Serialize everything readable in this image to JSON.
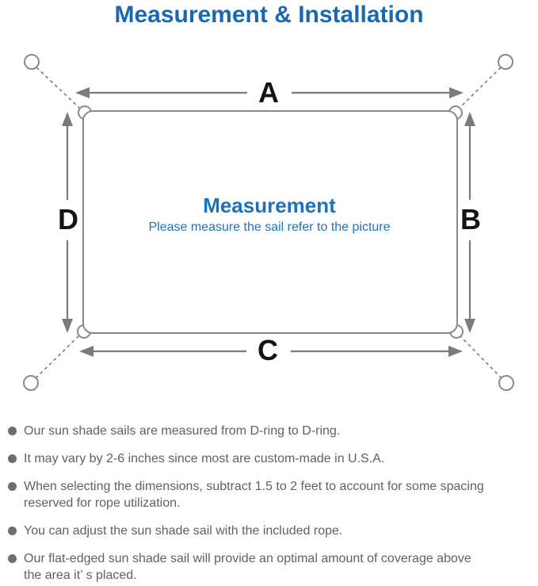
{
  "title": "Measurement & Installation",
  "diagram": {
    "labels": {
      "top": "A",
      "right": "B",
      "bottom": "C",
      "left": "D"
    },
    "heading": "Measurement",
    "subheading": "Please measure the sail refer to the picture"
  },
  "colors": {
    "title_blue": "#1a68b2",
    "diagram_blue": "#1e72bb",
    "line_gray": "#7b7b7b",
    "label_black": "#141414",
    "bullet_text_gray": "#616161"
  },
  "bullets": [
    {
      "lines": [
        "Our sun shade sails are measured from D-ring to D-ring."
      ]
    },
    {
      "lines": [
        "It may vary by 2-6 inches since most are custom-made in U.S.A."
      ]
    },
    {
      "lines": [
        "When selecting the dimensions, subtract 1.5 to 2 feet to account for some spacing",
        "reserved for rope utilization."
      ]
    },
    {
      "lines": [
        "You can adjust the sun shade sail with the included rope."
      ]
    },
    {
      "lines": [
        "Our flat-edged sun shade sail will provide an optimal amount of coverage above",
        "the area it’ s placed."
      ]
    }
  ]
}
